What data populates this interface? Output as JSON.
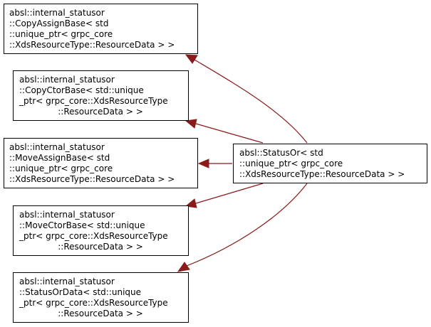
{
  "diagram": {
    "edge_color": "#8b1a1a",
    "nodes": [
      {
        "id": "copy-assign-base",
        "lines": [
          "absl::internal_statusor",
          "::CopyAssignBase< std",
          "::unique_ptr< grpc_core",
          "::XdsResourceType::ResourceData > >"
        ]
      },
      {
        "id": "copy-ctor-base",
        "lines": [
          "absl::internal_statusor",
          "::CopyCtorBase< std::unique",
          "_ptr< grpc_core::XdsResourceType",
          "::ResourceData > >"
        ]
      },
      {
        "id": "move-assign-base",
        "lines": [
          "absl::internal_statusor",
          "::MoveAssignBase< std",
          "::unique_ptr< grpc_core",
          "::XdsResourceType::ResourceData > >"
        ]
      },
      {
        "id": "move-ctor-base",
        "lines": [
          "absl::internal_statusor",
          "::MoveCtorBase< std::unique",
          "_ptr< grpc_core::XdsResourceType",
          "::ResourceData > >"
        ]
      },
      {
        "id": "status-or-data",
        "lines": [
          "absl::internal_statusor",
          "::StatusOrData< std::unique",
          "_ptr< grpc_core::XdsResourceType",
          "::ResourceData > >"
        ]
      },
      {
        "id": "status-or",
        "lines": [
          "absl::StatusOr< std",
          "::unique_ptr< grpc_core",
          "::XdsResourceType::ResourceData > >"
        ]
      }
    ],
    "edges": [
      {
        "from": "status-or",
        "to": "copy-assign-base"
      },
      {
        "from": "status-or",
        "to": "copy-ctor-base"
      },
      {
        "from": "status-or",
        "to": "move-assign-base"
      },
      {
        "from": "status-or",
        "to": "move-ctor-base"
      },
      {
        "from": "status-or",
        "to": "status-or-data"
      }
    ]
  }
}
